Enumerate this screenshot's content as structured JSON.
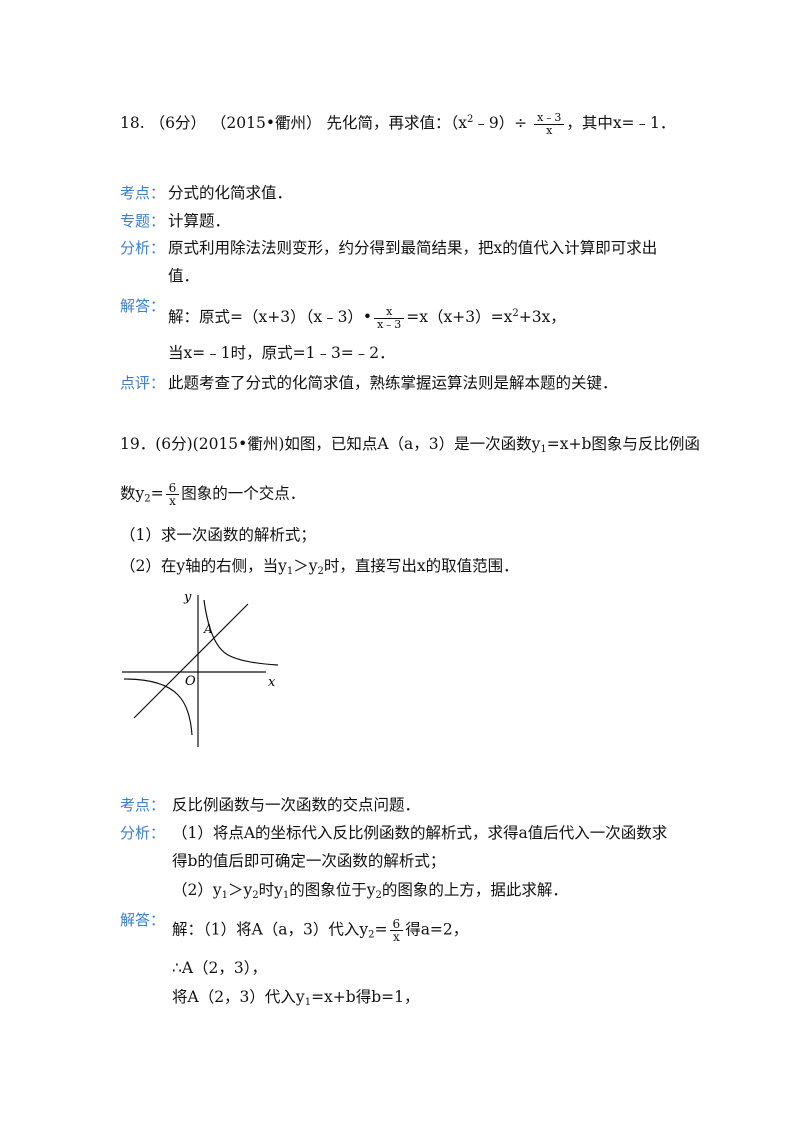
{
  "q18": {
    "number": "18.",
    "score": "（6分）",
    "source": "（2015•衢州）",
    "stem_a": "先化简，再求值：（x",
    "stem_sup": "2",
    "stem_b": "﹣9）÷",
    "frac_num": "x﹣3",
    "frac_den": "x",
    "stem_c": "，其中x=﹣1．",
    "kaodian_label": "考点：",
    "kaodian": "分式的化简求值．",
    "zhuanti_label": "专题：",
    "zhuanti": "计算题．",
    "fenxi_label": "分析：",
    "fenxi_1": "原式利用除法法则变形，约分得到最简结果，把x的值代入计算即可求出",
    "fenxi_2": "值．",
    "jieda_label": "解答：",
    "jieda_1a": "解：原式=（x+3）（x﹣3）•",
    "jieda_frac_num": "x",
    "jieda_frac_den": "x﹣3",
    "jieda_1b": "=x（x+3）=x",
    "jieda_1_sup": "2",
    "jieda_1c": "+3x，",
    "jieda_2": "当x=﹣1时，原式=1﹣3=﹣2．",
    "dianping_label": "点评：",
    "dianping": "此题考查了分式的化简求值，熟练掌握运算法则是解本题的关键．"
  },
  "q19": {
    "line1_a": "19．(6分)(2015•衢州)如图，已知点A（a，3）是一次函数y",
    "line1_sub": "1",
    "line1_b": "=x+b图象与反比例函",
    "line2_a": "数y",
    "line2_sub": "2",
    "line2_b": "=",
    "frac_num": "6",
    "frac_den": "x",
    "line2_c": "图象的一个交点．",
    "part1": "（1）求一次函数的解析式；",
    "part2_a": "（2）在y轴的右侧，当y",
    "part2_sub1": "1",
    "part2_b": "＞y",
    "part2_sub2": "2",
    "part2_c": "时，直接写出x的取值范围．",
    "graph": {
      "y_label": "y",
      "x_label": "x",
      "origin_label": "O",
      "point_label": "A"
    },
    "kaodian_label": "考点：",
    "kaodian": "反比例函数与一次函数的交点问题．",
    "fenxi_label": "分析：",
    "fenxi_1": "（1）将点A的坐标代入反比例函数的解析式，求得a值后代入一次函数求",
    "fenxi_2": "得b的值后即可确定一次函数的解析式；",
    "fenxi_3a": "（2）y",
    "fenxi_3_sub1": "1",
    "fenxi_3b": "＞y",
    "fenxi_3_sub2": "2",
    "fenxi_3c": "时y",
    "fenxi_3_sub3": "1",
    "fenxi_3d": "的图象位于y",
    "fenxi_3_sub4": "2",
    "fenxi_3e": "的图象的上方，据此求解．",
    "jieda_label": "解答：",
    "jieda_1a": "解：（1）将A（a，3）代入y",
    "jieda_1_sub": "2",
    "jieda_1b": "=",
    "jieda_frac_num": "6",
    "jieda_frac_den": "x",
    "jieda_1c": "得a=2，",
    "jieda_2": "∴A（2，3），",
    "jieda_3a": "将A（2，3）代入y",
    "jieda_3_sub": "1",
    "jieda_3b": "=x+b得b=1，"
  }
}
